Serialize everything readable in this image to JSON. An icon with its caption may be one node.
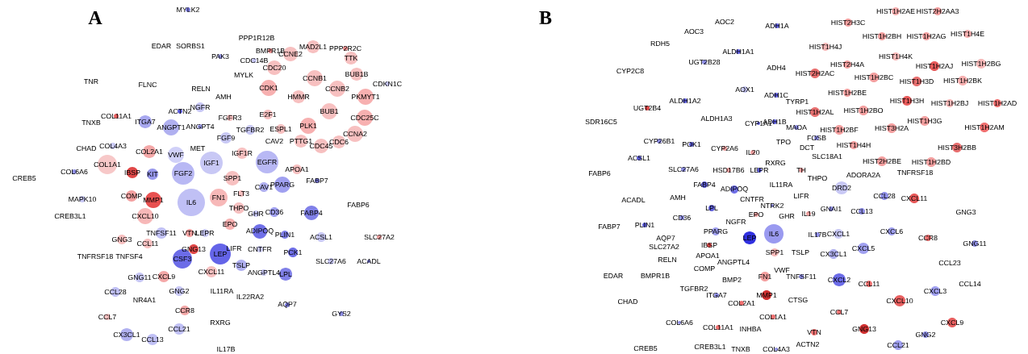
{
  "diagram": {
    "nodes": [
      {
        "text": [
          "MYLK2"
        ]
      },
      {
        "text": [
          "EDAR"
        ]
      },
      {
        "text": [
          "SORBS1"
        ]
      },
      {
        "text": [
          "PPP1R12B"
        ]
      },
      {
        "text": [
          "PAK3"
        ]
      },
      {
        "text": [
          "BMPR1B"
        ]
      },
      {
        "text": [
          "MAD2L1"
        ]
      },
      {
        "text": [
          "PPP2R2C"
        ]
      },
      {
        "text": [
          "CCNE2"
        ]
      },
      {
        "text": [
          "TTK"
        ]
      },
      {
        "text": [
          "CDC14B"
        ]
      },
      {
        "text": [
          "CDC20"
        ]
      },
      {
        "text": [
          "TNR"
        ]
      },
      {
        "text": [
          "FLNC"
        ]
      },
      {
        "text": [
          "MYLK"
        ]
      },
      {
        "text": [
          "CCNB1"
        ]
      },
      {
        "text": [
          "BUB1B"
        ]
      },
      {
        "text": [
          "CDKN1C"
        ]
      },
      {
        "text": [
          "RELN"
        ]
      },
      {
        "text": [
          "AMH"
        ]
      },
      {
        "text": [
          "CDK1"
        ]
      },
      {
        "text": [
          "HMMR"
        ]
      },
      {
        "text": [
          "CCNB2"
        ]
      },
      {
        "text": [
          "PKMYT1"
        ]
      },
      {
        "text": [
          "COL11A1"
        ]
      },
      {
        "text": [
          "TNXB"
        ]
      },
      {
        "text": [
          "ITGA7"
        ]
      },
      {
        "text": [
          "ACTN2"
        ]
      },
      {
        "text": [
          "NGFR"
        ]
      },
      {
        "text": [
          "FGFR3"
        ]
      },
      {
        "text": [
          "E2F1"
        ]
      },
      {
        "text": [
          "BUB1"
        ]
      },
      {
        "text": [
          "CDC25C"
        ]
      },
      {
        "text": [
          "ANGPT1"
        ]
      },
      {
        "text": [
          "ANGPT4"
        ]
      },
      {
        "text": [
          "TGFBR2"
        ]
      },
      {
        "text": [
          "PLK1"
        ]
      },
      {
        "text": [
          "ESPL1"
        ]
      },
      {
        "text": [
          "CCNA2"
        ]
      },
      {
        "text": [
          "CHAD"
        ]
      },
      {
        "text": [
          "COL4A3"
        ]
      },
      {
        "text": [
          "FGF9"
        ]
      },
      {
        "text": [
          "CAV2"
        ]
      },
      {
        "text": [
          "PTTG1"
        ]
      },
      {
        "text": [
          "CDC45"
        ]
      },
      {
        "text": [
          "CDC6"
        ]
      },
      {
        "text": [
          "COL2A1"
        ]
      },
      {
        "text": [
          "VWF"
        ]
      },
      {
        "text": [
          "MET"
        ]
      },
      {
        "text": [
          "IGF1"
        ]
      },
      {
        "text": [
          "IGF1R"
        ]
      },
      {
        "text": [
          "EGFR"
        ]
      },
      {
        "text": [
          "APOA1"
        ]
      },
      {
        "text": [
          "COL6A6"
        ]
      },
      {
        "text": [
          "COL1A1"
        ]
      },
      {
        "text": [
          "IBSP"
        ]
      },
      {
        "text": [
          "KIT"
        ]
      },
      {
        "text": [
          "FGF2"
        ]
      },
      {
        "text": [
          "SPP1"
        ]
      },
      {
        "text": [
          "PPARG"
        ]
      },
      {
        "text": [
          "CAV1"
        ]
      },
      {
        "text": [
          "FABP7"
        ]
      },
      {
        "text": [
          "CREB5"
        ]
      },
      {
        "text": [
          "MAPK10"
        ]
      },
      {
        "text": [
          "COMP"
        ]
      },
      {
        "text": [
          "MMP1"
        ]
      },
      {
        "text": [
          "IL6"
        ]
      },
      {
        "text": [
          "FN1"
        ]
      },
      {
        "text": [
          "FLT3"
        ]
      },
      {
        "text": [
          "CREB3L1"
        ]
      },
      {
        "text": [
          "CXCL10"
        ]
      },
      {
        "text": [
          "THPO"
        ]
      },
      {
        "text": [
          "GHR"
        ]
      },
      {
        "text": [
          "CD36"
        ]
      },
      {
        "text": [
          "FABP4"
        ]
      },
      {
        "text": [
          "FABP6"
        ]
      },
      {
        "text": [
          "EPO"
        ]
      },
      {
        "text": [
          "TNFSF11"
        ]
      },
      {
        "text": [
          "VTN"
        ]
      },
      {
        "text": [
          "LEPR"
        ]
      },
      {
        "text": [
          "ADIPOQ"
        ]
      },
      {
        "text": [
          "PLIN1"
        ]
      },
      {
        "text": [
          "ACSL1"
        ]
      },
      {
        "text": [
          "SLC27A2"
        ]
      },
      {
        "text": [
          "GNG3"
        ]
      },
      {
        "text": [
          "CCL11"
        ]
      },
      {
        "text": [
          "GNG13"
        ]
      },
      {
        "text": [
          "LIFR"
        ]
      },
      {
        "text": [
          "CNTFR"
        ]
      },
      {
        "text": [
          "PCK1"
        ]
      },
      {
        "text": [
          "LEP"
        ]
      },
      {
        "text": [
          "TNFRSF18"
        ]
      },
      {
        "text": [
          "TNFSF4"
        ]
      },
      {
        "text": [
          "CSF3"
        ]
      },
      {
        "text": [
          "SLC27A6"
        ]
      },
      {
        "text": [
          "ACADL"
        ]
      },
      {
        "text": [
          "CXCL11"
        ]
      },
      {
        "text": [
          "TSLP"
        ]
      },
      {
        "text": [
          "ANGPTL4"
        ]
      },
      {
        "text": [
          "LPL"
        ]
      },
      {
        "text": [
          "GNG11"
        ]
      },
      {
        "text": [
          "CXCL9"
        ]
      },
      {
        "text": [
          "CCL28"
        ]
      },
      {
        "text": [
          "GNG2"
        ]
      },
      {
        "text": [
          "IL11RA"
        ]
      },
      {
        "text": [
          "IL22RA2"
        ]
      },
      {
        "text": [
          "NR4A1"
        ]
      },
      {
        "text": [
          "AQP7"
        ]
      },
      {
        "text": [
          "CCR8"
        ]
      },
      {
        "text": [
          "CCL7"
        ]
      },
      {
        "text": [
          "GYS2"
        ]
      },
      {
        "text": [
          "RXRG"
        ]
      },
      {
        "text": [
          "CX3CL1"
        ]
      },
      {
        "text": [
          "CCL13"
        ]
      },
      {
        "text": [
          "CCL21"
        ]
      },
      {
        "text": [
          "IL17B"
        ]
      },
      {
        "text": [
          "AOC2"
        ]
      },
      {
        "text": [
          "AOC3"
        ]
      },
      {
        "text": [
          "ADH1A"
        ]
      },
      {
        "text": [
          "RDH5"
        ]
      },
      {
        "text": [
          "HIST1H2AE"
        ]
      },
      {
        "text": [
          "HIST2H2AA3"
        ]
      },
      {
        "text": [
          "HIST2H3C"
        ]
      },
      {
        "text": [
          "ALDH1A1"
        ]
      },
      {
        "text": [
          "UGT2B28"
        ]
      },
      {
        "text": [
          "HIST1H4J"
        ]
      },
      {
        "text": [
          "HIST1H2BH"
        ]
      },
      {
        "text": [
          "HIST1H2AG"
        ]
      },
      {
        "text": [
          "HIST1H4E"
        ]
      },
      {
        "text": [
          "CYP2C8"
        ]
      },
      {
        "text": [
          "ADH4"
        ]
      },
      {
        "text": [
          "HIST2H4A"
        ]
      },
      {
        "text": [
          "HIST2H2AC"
        ]
      },
      {
        "text": [
          "HIST1H4K"
        ]
      },
      {
        "text": [
          "HIST1H2AJ"
        ]
      },
      {
        "text": [
          "HIST1H2BG"
        ]
      },
      {
        "text": [
          "AOX1"
        ]
      },
      {
        "text": [
          "ADH1C"
        ]
      },
      {
        "text": [
          "TYRP1"
        ]
      },
      {
        "text": [
          "HIST1H2BC"
        ]
      },
      {
        "text": [
          "HIST1H3D"
        ]
      },
      {
        "text": [
          "HIST1H2BK"
        ]
      },
      {
        "text": [
          "UGT2B4"
        ]
      },
      {
        "text": [
          "ALDH1A2"
        ]
      },
      {
        "text": [
          "HIST1H2BE"
        ]
      },
      {
        "text": [
          "HIST1H2AL"
        ]
      },
      {
        "text": [
          "HIST1H3H"
        ]
      },
      {
        "text": [
          "HIST1H2BJ"
        ]
      },
      {
        "text": [
          "HIST1H2AD"
        ]
      },
      {
        "text": [
          "HIST1H2BO"
        ]
      },
      {
        "text": [
          "SDR16C5"
        ]
      },
      {
        "text": [
          "ALDH1A3"
        ]
      },
      {
        "text": [
          "CYP1A1"
        ]
      },
      {
        "text": [
          "ADH1B"
        ]
      },
      {
        "text": [
          "MAOA"
        ]
      },
      {
        "text": [
          "HIST1H2BF"
        ]
      },
      {
        "text": [
          "HIST3H2A"
        ]
      },
      {
        "text": [
          "HIST1H3G"
        ]
      },
      {
        "text": [
          "HIST1H2AM"
        ]
      },
      {
        "text": [
          "CYP26B1"
        ]
      },
      {
        "text": [
          "POK1"
        ]
      },
      {
        "text": [
          "CYP2A6"
        ]
      },
      {
        "text": [
          "IL20"
        ]
      },
      {
        "text": [
          "TPO"
        ]
      },
      {
        "text": [
          "FOSB"
        ]
      },
      {
        "text": [
          "DCT"
        ]
      },
      {
        "text": [
          "HIST1H4H"
        ]
      },
      {
        "text": [
          "HIST3H2BB"
        ]
      },
      {
        "text": [
          "SLC18A1"
        ]
      },
      {
        "text": [
          "ACSL1"
        ]
      },
      {
        "text": [
          "HIST2H2BE"
        ]
      },
      {
        "text": [
          "HIST1H2BD"
        ]
      },
      {
        "text": [
          "RXRG"
        ]
      },
      {
        "text": [
          "SLC27A6"
        ]
      },
      {
        "text": [
          "HSD17B6"
        ]
      },
      {
        "text": [
          "LEPR"
        ]
      },
      {
        "text": [
          "TH"
        ]
      },
      {
        "text": [
          "FABP6"
        ]
      },
      {
        "text": [
          "ADORA2A"
        ]
      },
      {
        "text": [
          "TNFRSF18"
        ]
      },
      {
        "text": [
          "THPO"
        ]
      },
      {
        "text": [
          "FABP4"
        ]
      },
      {
        "text": [
          "ADIPOQ"
        ]
      },
      {
        "text": [
          "IL11RA"
        ]
      },
      {
        "text": [
          "DRD2"
        ]
      },
      {
        "text": [
          "AMH"
        ]
      },
      {
        "text": [
          "ACADL"
        ]
      },
      {
        "text": [
          "CNTFR"
        ]
      },
      {
        "text": [
          "LIFR"
        ]
      },
      {
        "text": [
          "CCL28"
        ]
      },
      {
        "text": [
          "CXCL11"
        ]
      },
      {
        "text": [
          "NTRK2"
        ]
      },
      {
        "text": [
          "LPL"
        ]
      },
      {
        "text": [
          "GNAI1"
        ]
      },
      {
        "text": [
          "CCL13"
        ]
      },
      {
        "text": [
          "GNG3"
        ]
      },
      {
        "text": [
          "CD36"
        ]
      },
      {
        "text": [
          "EPO"
        ]
      },
      {
        "text": [
          "GHR"
        ]
      },
      {
        "text": [
          "IL19"
        ]
      },
      {
        "text": [
          "FABP7"
        ]
      },
      {
        "text": [
          "PLIN1"
        ]
      },
      {
        "text": [
          "NGFR"
        ]
      },
      {
        "text": [
          "PPARG"
        ]
      },
      {
        "text": [
          "CXCL6"
        ]
      },
      {
        "text": [
          "LEP"
        ]
      },
      {
        "text": [
          "IL6"
        ]
      },
      {
        "text": [
          "IL17B"
        ]
      },
      {
        "text": [
          "CXCL1"
        ]
      },
      {
        "text": [
          "CCR8"
        ]
      },
      {
        "text": [
          "AQP7"
        ]
      },
      {
        "text": [
          "GNG11"
        ]
      },
      {
        "text": [
          "SLC27A2"
        ]
      },
      {
        "text": [
          "IBSP"
        ]
      },
      {
        "text": [
          "CXCL5"
        ]
      },
      {
        "text": [
          "SPP1"
        ]
      },
      {
        "text": [
          "TSLP"
        ]
      },
      {
        "text": [
          "CX3CL1"
        ]
      },
      {
        "text": [
          "APOA1"
        ]
      },
      {
        "text": [
          "RELN"
        ]
      },
      {
        "text": [
          "ANGPTL4"
        ]
      },
      {
        "text": [
          "CCL23"
        ]
      },
      {
        "text": [
          "COMP"
        ]
      },
      {
        "text": [
          "VWF"
        ]
      },
      {
        "text": [
          "BMPR1B"
        ]
      },
      {
        "text": [
          "EDAR"
        ]
      },
      {
        "text": [
          "BMP2"
        ]
      },
      {
        "text": [
          "FN1"
        ]
      },
      {
        "text": [
          "TNFSF11"
        ]
      },
      {
        "text": [
          "CXCL2"
        ]
      },
      {
        "text": [
          "CCL11"
        ]
      },
      {
        "text": [
          "CCL14"
        ]
      },
      {
        "text": [
          "TGFBR2"
        ]
      },
      {
        "text": [
          "CXCL3"
        ]
      },
      {
        "text": [
          "ITGA7"
        ]
      },
      {
        "text": [
          "MMP1"
        ]
      },
      {
        "text": [
          "CTSG"
        ]
      },
      {
        "text": [
          "CHAD"
        ]
      },
      {
        "text": [
          "COL2A1"
        ]
      },
      {
        "text": [
          "CXCL10"
        ]
      },
      {
        "text": [
          "CCL7"
        ]
      },
      {
        "text": [
          "COL1A1"
        ]
      },
      {
        "text": [
          "CXCL9"
        ]
      },
      {
        "text": [
          "COL6A6"
        ]
      },
      {
        "text": [
          "COL11A1"
        ]
      },
      {
        "text": [
          "INHBA"
        ]
      },
      {
        "text": [
          "VTN"
        ]
      },
      {
        "text": [
          "GNG13"
        ]
      },
      {
        "text": [
          "GNG2"
        ]
      },
      {
        "text": [
          "ACTN2"
        ]
      },
      {
        "text": [
          "CREB5"
        ]
      },
      {
        "text": [
          "CREB3L1"
        ]
      },
      {
        "text": [
          "TNXB"
        ]
      },
      {
        "text": [
          "COL4A3"
        ]
      },
      {
        "text": [
          "CCL21"
        ]
      }
    ],
    "labels": [
      "A",
      "B"
    ]
  }
}
